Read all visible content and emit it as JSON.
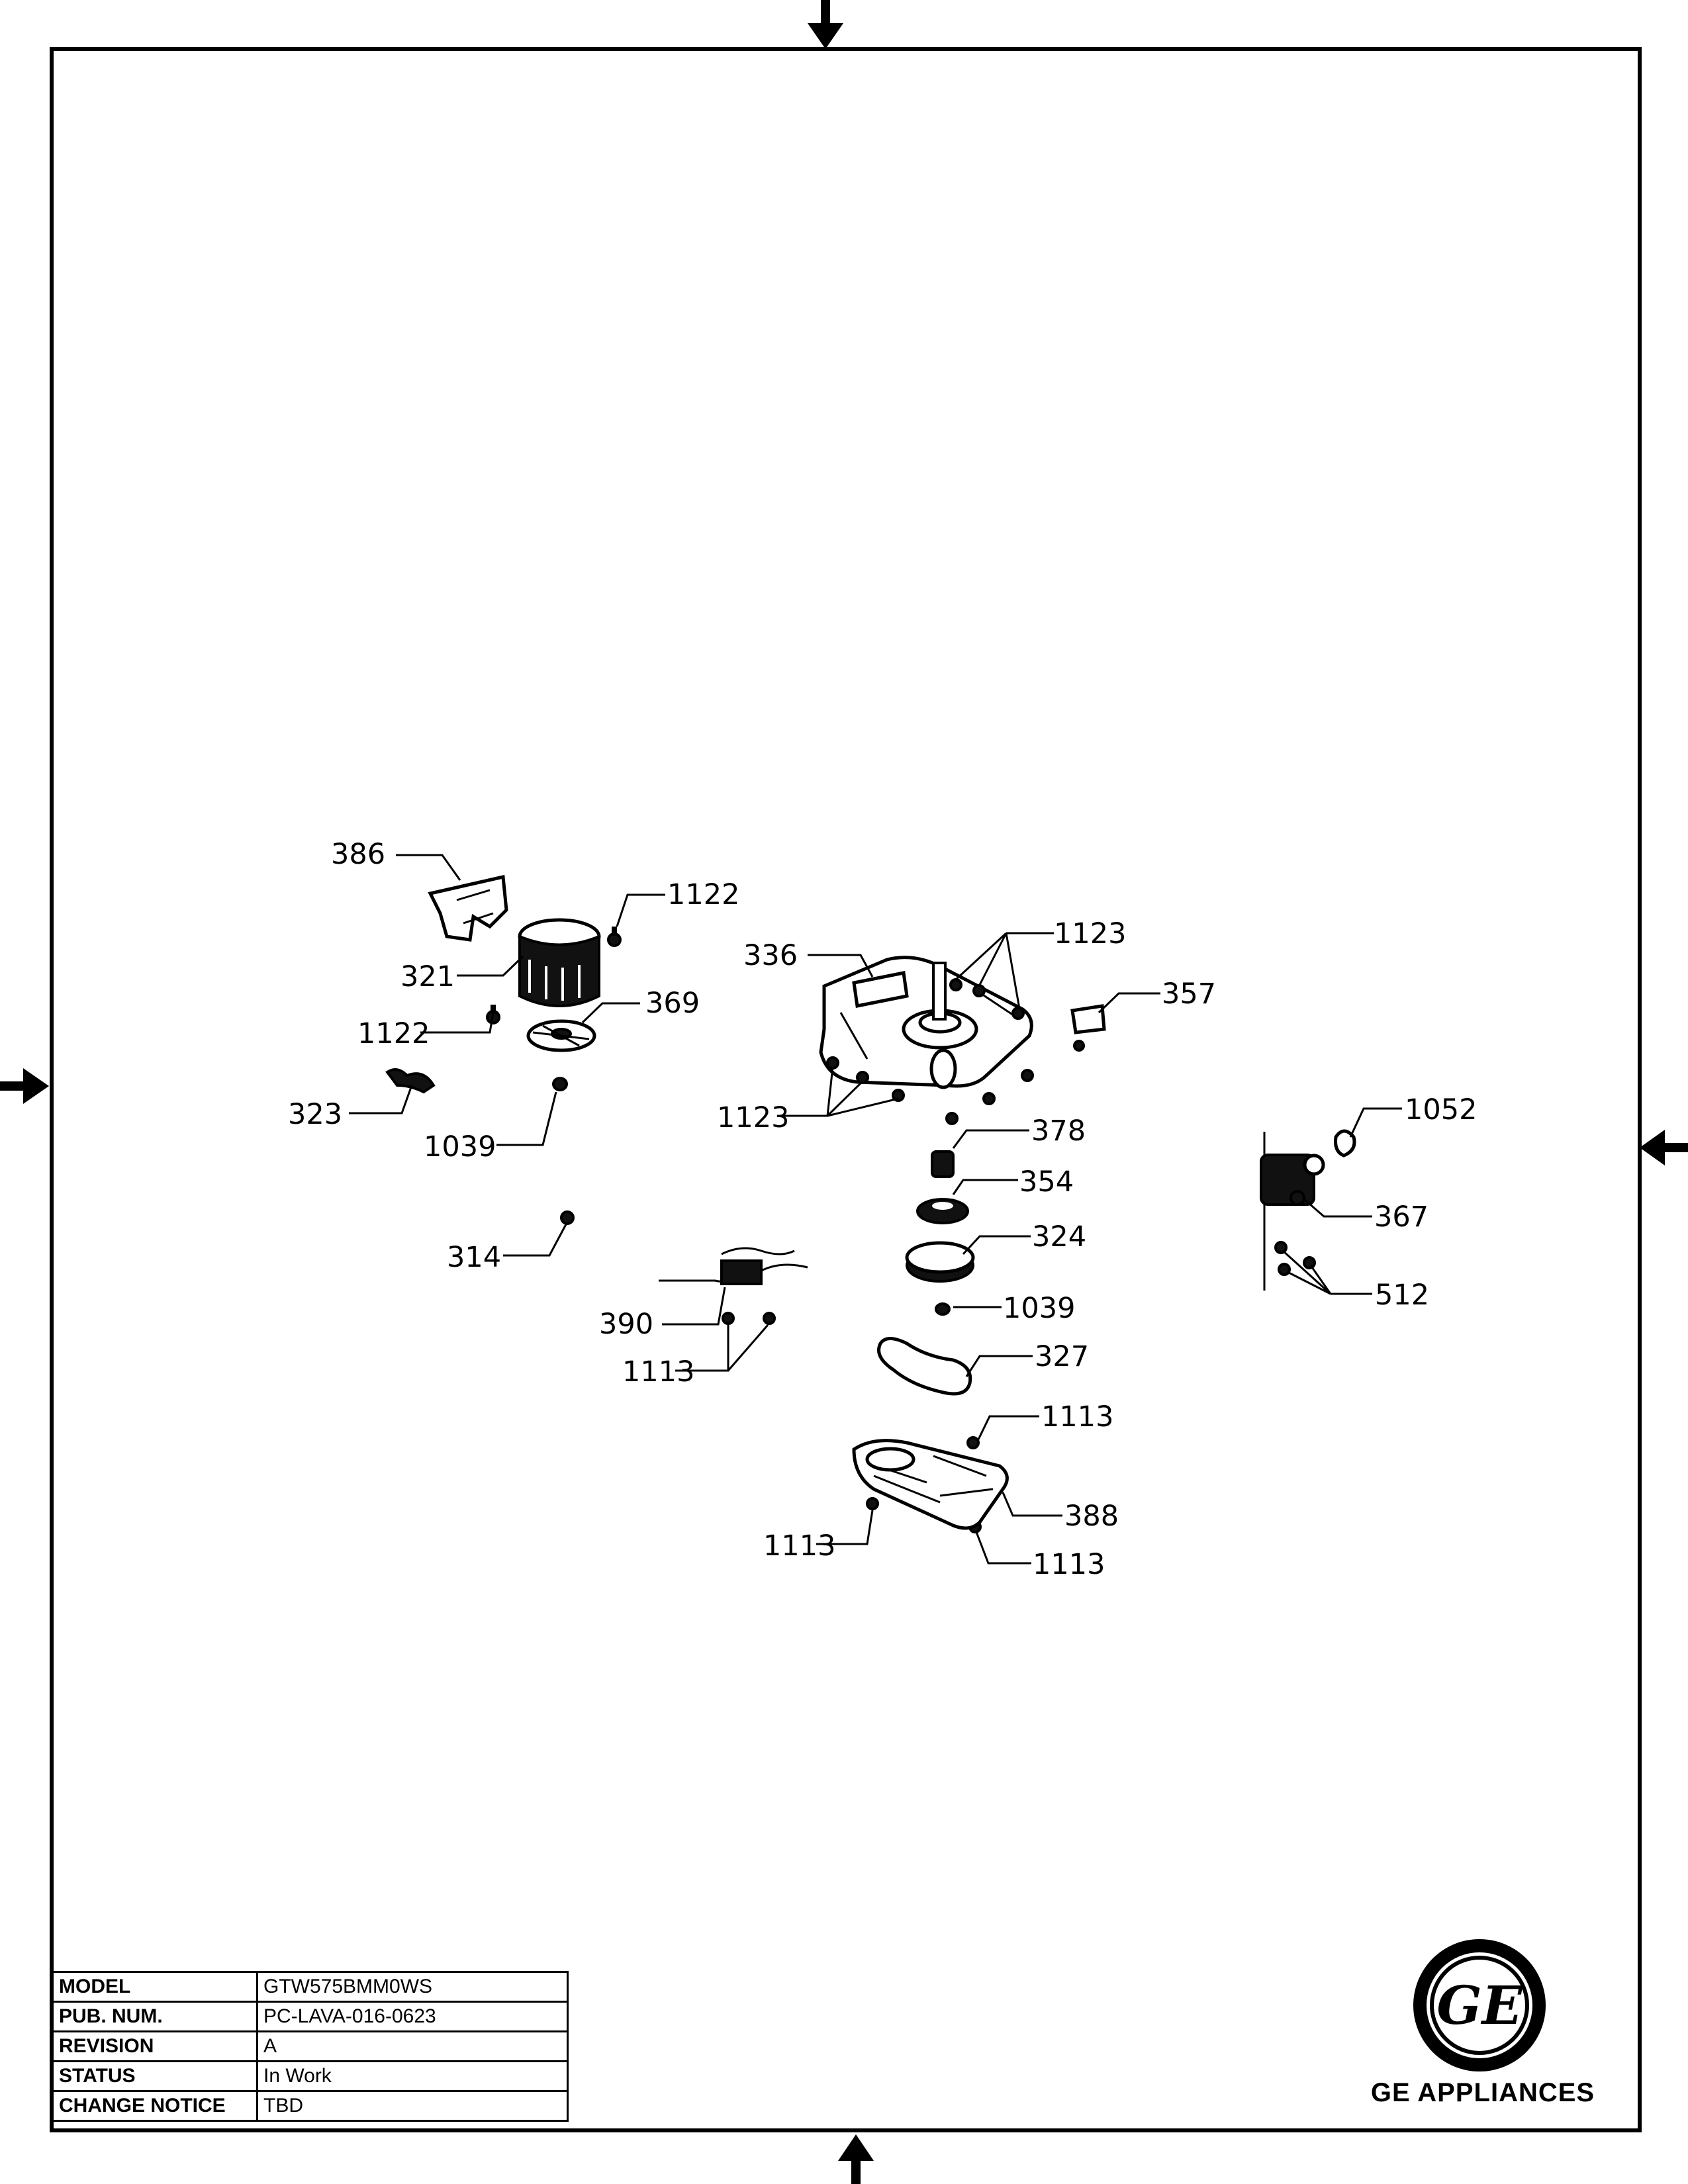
{
  "title_block": [
    {
      "key": "MODEL",
      "value": "GTW575BMM0WS"
    },
    {
      "key": "PUB. NUM.",
      "value": "PC-LAVA-016-0623"
    },
    {
      "key": "REVISION",
      "value": "A"
    },
    {
      "key": "STATUS",
      "value": "In Work"
    },
    {
      "key": "CHANGE NOTICE",
      "value": "TBD"
    }
  ],
  "brand": {
    "name": "GE APPLIANCES",
    "logo_text": "GE"
  },
  "callouts": [
    "386",
    "1122",
    "321",
    "369",
    "1122",
    "323",
    "1039",
    "336",
    "1123",
    "357",
    "1123",
    "378",
    "354",
    "324",
    "1039",
    "1052",
    "367",
    "512",
    "314",
    "390",
    "1113",
    "327",
    "1113",
    "388",
    "1113",
    "1113"
  ],
  "icons": {
    "logo": "ge-monogram-logo",
    "arrows": "alignment-arrow-icon"
  }
}
